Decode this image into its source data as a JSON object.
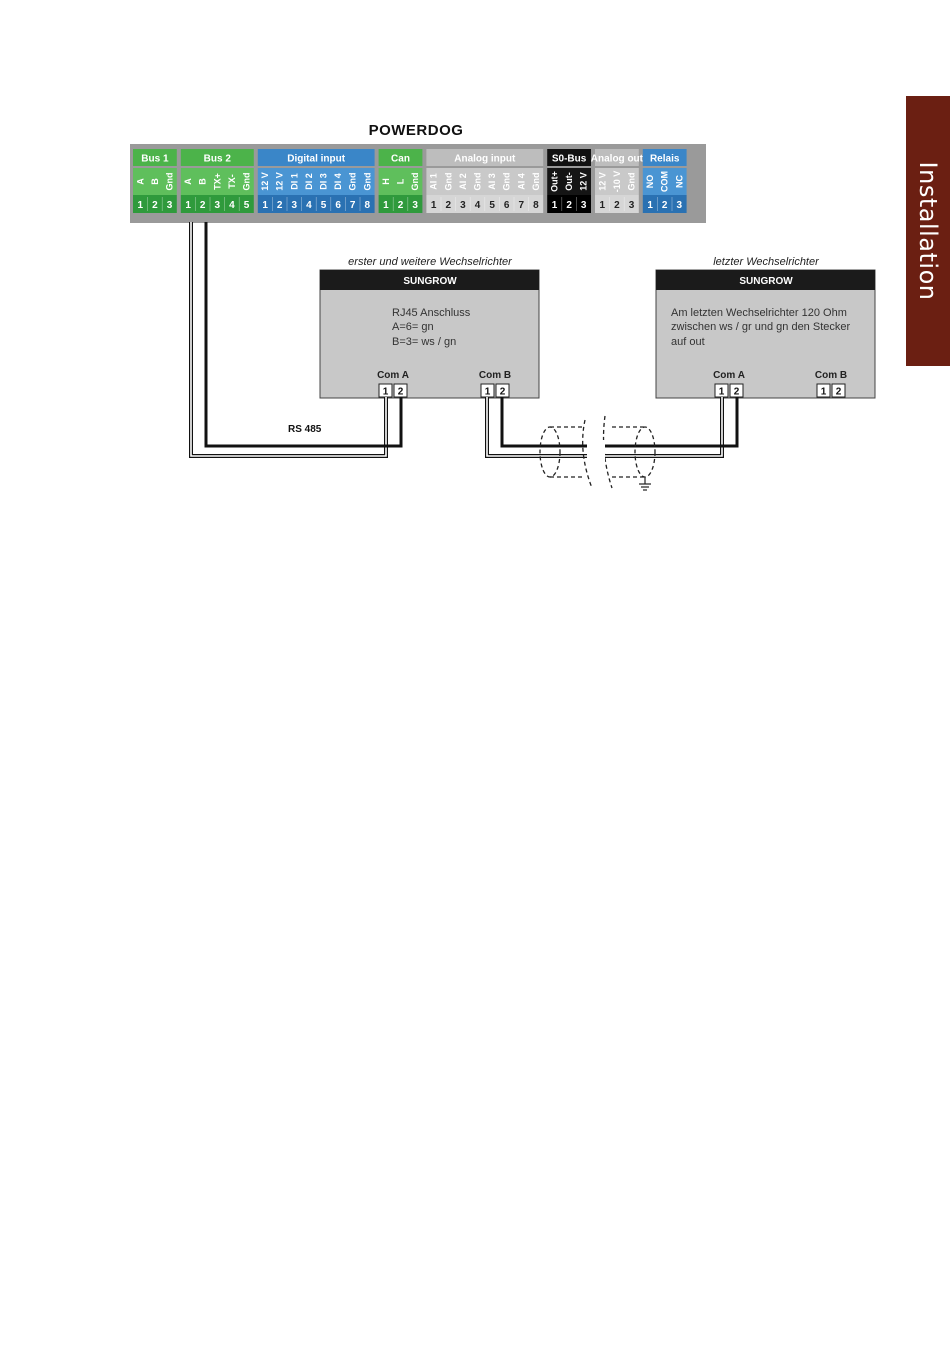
{
  "side_tab": "Installation",
  "logo": "POWERDOG",
  "groups": [
    {
      "name": "Bus 1",
      "color": "green",
      "pins": [
        "A",
        "B",
        "Gnd"
      ],
      "nums": [
        "1",
        "2",
        "3"
      ]
    },
    {
      "name": "Bus 2",
      "color": "green",
      "pins": [
        "A",
        "B",
        "TX+",
        "TX-",
        "Gnd"
      ],
      "nums": [
        "1",
        "2",
        "3",
        "4",
        "5"
      ]
    },
    {
      "name": "Digital input",
      "color": "blue",
      "pins": [
        "12 V",
        "12 V",
        "DI 1",
        "DI 2",
        "DI 3",
        "DI 4",
        "Gnd",
        "Gnd"
      ],
      "nums": [
        "1",
        "2",
        "3",
        "4",
        "5",
        "6",
        "7",
        "8"
      ]
    },
    {
      "name": "Can",
      "color": "green",
      "pins": [
        "H",
        "L",
        "Gnd"
      ],
      "nums": [
        "1",
        "2",
        "3"
      ]
    },
    {
      "name": "Analog input",
      "color": "gray",
      "pins": [
        "AI 1",
        "Gnd",
        "AI 2",
        "Gnd",
        "AI 3",
        "Gnd",
        "AI 4",
        "Gnd"
      ],
      "nums": [
        "1",
        "2",
        "3",
        "4",
        "5",
        "6",
        "7",
        "8"
      ]
    },
    {
      "name": "S0-Bus",
      "color": "black",
      "pins": [
        "Out+",
        "Out-",
        "12 V"
      ],
      "nums": [
        "1",
        "2",
        "3"
      ]
    },
    {
      "name": "Analog out",
      "color": "gray",
      "pins": [
        "12 V",
        "-10 V",
        "Gnd"
      ],
      "nums": [
        "1",
        "2",
        "3"
      ]
    },
    {
      "name": "Relais",
      "color": "blue",
      "pins": [
        "NO",
        "COM",
        "NC"
      ],
      "nums": [
        "1",
        "2",
        "3"
      ]
    }
  ],
  "colors": {
    "green": {
      "header": "#4cb34a",
      "body": "#5fbf5c",
      "num": "#2f9a3c"
    },
    "blue": {
      "header": "#3a86c8",
      "body": "#4a95d3",
      "num": "#2a71b2"
    },
    "gray": {
      "header": "#bdbdbd",
      "body": "#c9c9c9",
      "num": "#d6d6d6"
    },
    "black": {
      "header": "#111111",
      "body": "#151515",
      "num": "#000000"
    }
  },
  "inverter1": {
    "caption": "erster und weitere Wechselrichter",
    "brand": "SUNGROW",
    "text": [
      "RJ45 Anschluss",
      "A=6= gn",
      "B=3= ws / gn"
    ],
    "com_a": "Com A",
    "com_b": "Com B",
    "pin1": "1",
    "pin2": "2"
  },
  "inverter2": {
    "caption": "letzter Wechselrichter",
    "brand": "SUNGROW",
    "text": [
      "Am letzten Wechselrichter 120 Ohm",
      "zwischen ws / gr und gn den Stecker",
      "auf out"
    ],
    "com_a": "Com A",
    "com_b": "Com B",
    "pin1": "1",
    "pin2": "2"
  },
  "rs485": "RS 485"
}
